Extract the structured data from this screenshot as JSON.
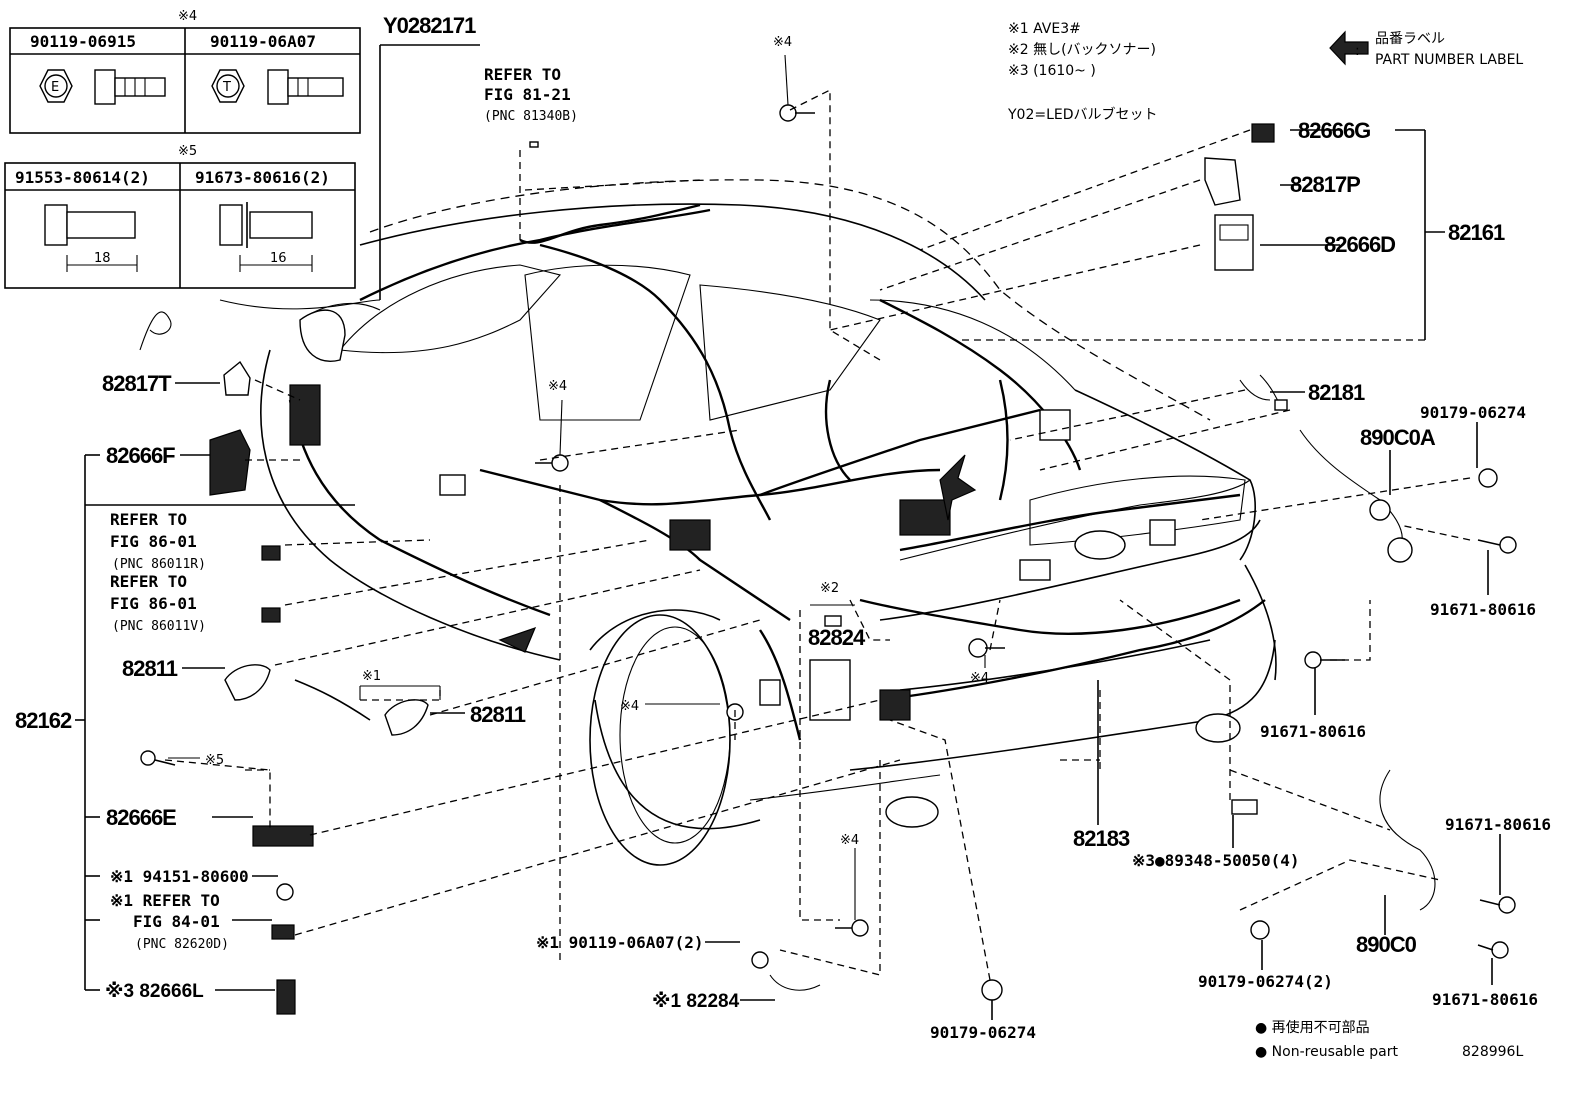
{
  "legend": {
    "note1": "※1  AVE3#",
    "note2": "※2 無し(バックソナー)",
    "note3": "※3 (1610~      )",
    "y02": "Y02=LEDバルブセット",
    "arrow_jp": "品番ラベル",
    "arrow_sep": ":",
    "arrow_en": "PART NUMBER LABEL"
  },
  "bolt_tables": {
    "top_mark": "※4",
    "top_left": "90119-06915",
    "top_right": "90119-06A07",
    "top_left_head": "E",
    "top_right_head": "T",
    "bottom_mark": "※5",
    "bottom_left": "91553-80614(2)",
    "bottom_right": "91673-80616(2)",
    "bottom_left_dim": "18",
    "bottom_right_dim": "16"
  },
  "labels": {
    "y0282171": "Y0282171",
    "ref_81_21_a": "REFER TO",
    "ref_81_21_b": "FIG 81-21",
    "ref_81_21_c": "(PNC 81340B)",
    "mark4_top": "※4",
    "p82666g": "82666G",
    "p82817p": "82817P",
    "p82666d": "82666D",
    "p82161": "82161",
    "p82181": "82181",
    "p890c0a": "890C0A",
    "p90179_a": "90179-06274",
    "p91671_a": "91671-80616",
    "p91671_b": "91671-80616",
    "p91671_c": "91671-80616",
    "p91671_d": "91671-80616",
    "p82817t": "82817T",
    "mark4_mid": "※4",
    "p82666f": "82666F",
    "ref_86_a1": "REFER TO",
    "ref_86_a2": "FIG 86-01",
    "ref_86_a3": "(PNC 86011R)",
    "ref_86_b1": "REFER TO",
    "ref_86_b2": "FIG 86-01",
    "ref_86_b3": "(PNC 86011V)",
    "mark2": "※2",
    "p82824": "82824",
    "mark4_c": "※4",
    "p82811_a": "82811",
    "mark1_a": "※1",
    "p82811_b": "82811",
    "p82162": "82162",
    "mark4_d": "※4",
    "mark5": "※5",
    "p82666e": "82666E",
    "p82183": "82183",
    "p89348": "※3●89348-50050(4)",
    "p890c0": "890C0",
    "p90179_b": "90179-06274(2)",
    "mark4_e": "※4",
    "p94151": "※1 94151-80600",
    "ref_84_1": "※1 REFER TO",
    "ref_84_2": "FIG 84-01",
    "ref_84_3": "(PNC 82620D)",
    "p90119_b": "※1 90119-06A07(2)",
    "p82666l": "※3 82666L",
    "p82284": "※1 82284",
    "p90179_c": "90179-06274"
  },
  "footer": {
    "line1": "● 再使用不可部品",
    "line2": "● Non-reusable part",
    "code": "828996L"
  }
}
